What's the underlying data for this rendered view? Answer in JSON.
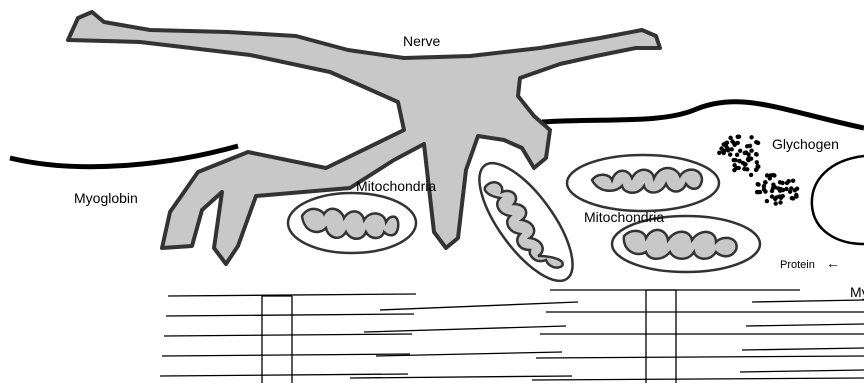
{
  "labels": {
    "nerve": "Nerve",
    "myoglobin": "Myoglobin",
    "mitochondria_left": "Mitochondria",
    "mitochondria_right": "Mitochondria",
    "glychogen": "Glychogen",
    "protein": "Protein",
    "protein_arrow": "←",
    "cropped_label": "My"
  },
  "colors": {
    "nerve_fill": "#c8c8c8",
    "outline": "#333333",
    "membrane": "#000000",
    "crista_fill": "#c8c8c8",
    "background": "#ffffff"
  }
}
